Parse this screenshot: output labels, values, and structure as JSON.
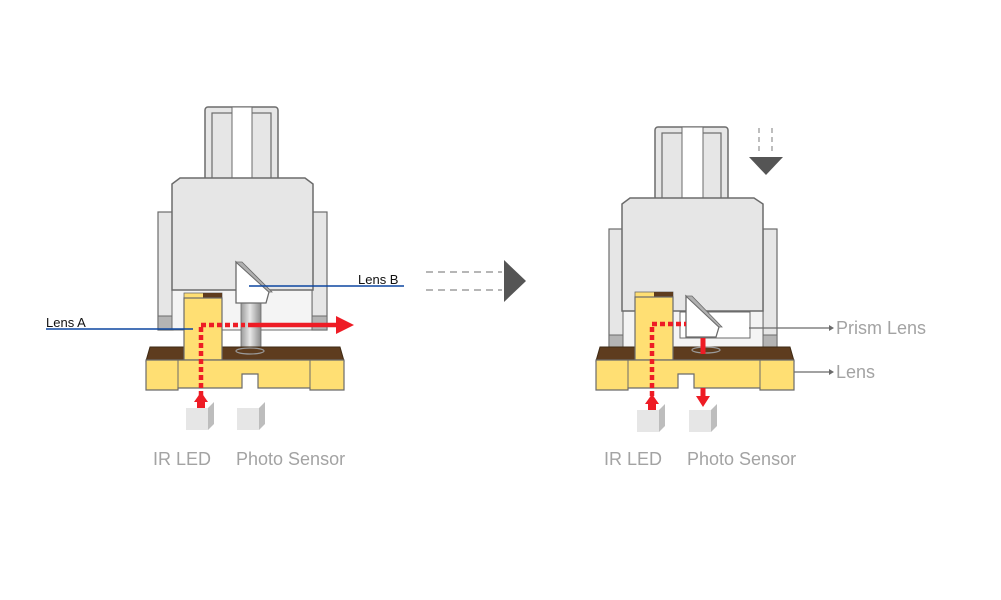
{
  "diagram": {
    "left_state": {
      "labels": {
        "lens_a": "Lens A",
        "lens_b": "Lens B",
        "ir_led": "IR LED",
        "photo_sensor": "Photo Sensor"
      }
    },
    "right_state": {
      "labels": {
        "prism_lens": "Prism Lens",
        "lens": "Lens",
        "ir_led": "IR LED",
        "photo_sensor": "Photo Sensor"
      }
    },
    "transition_arrow": "next-state-arrow",
    "colors": {
      "housing": "#e6e6e6",
      "housing_stroke": "#6b6b6b",
      "lens_yellow": "#ffdf73",
      "base_brown": "#5e3c1e",
      "light_beam": "#ee1c25",
      "leader_line_blue": "#0d47a1",
      "arrow_grey": "#555555",
      "label_grey": "#a3a3a3"
    }
  }
}
